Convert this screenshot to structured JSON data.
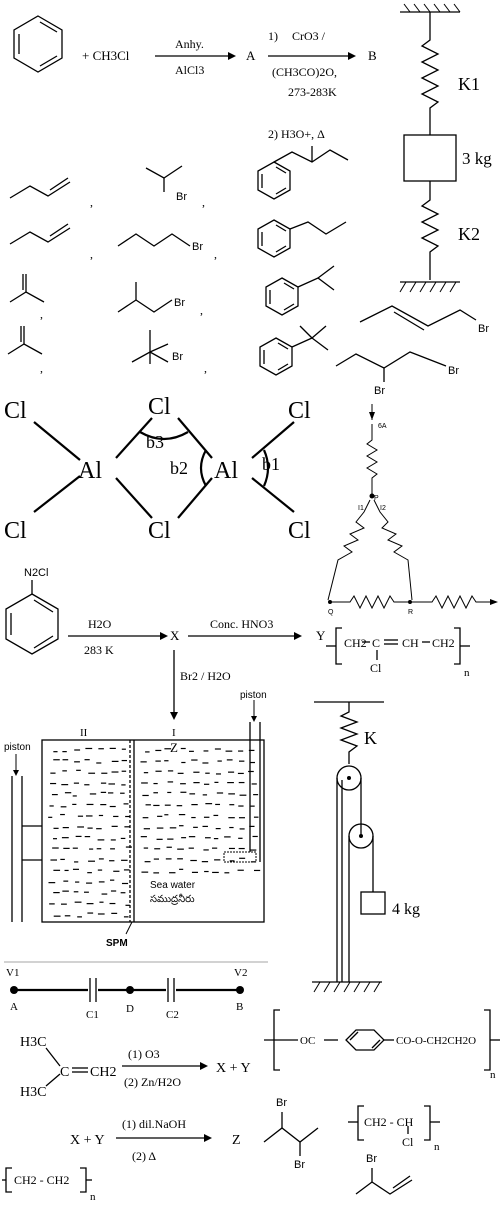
{
  "friedel_crafts": {
    "plus_reagent": "+ CH3Cl",
    "arrow1_top": "Anhy.",
    "arrow1_bottom": "AlCl3",
    "product_a": "A",
    "step1_num": "1)",
    "step1_reagent": "CrO3 /",
    "step1_cond": "(CH3CO)2O,",
    "step1_temp": "273-283K",
    "step2": "2) H3O+, Δ",
    "product_b": "B"
  },
  "spring_block": {
    "k1": "K1",
    "mass": "3 kg",
    "k2": "K2"
  },
  "bromo_labels": {
    "br": "Br",
    "comma": ","
  },
  "al2cl6": {
    "cl": "Cl",
    "al": "Al",
    "b1": "b1",
    "b2": "b2",
    "b3": "b3"
  },
  "circuit": {
    "current": "6A",
    "p": "P",
    "i1": "I1",
    "i2": "I2",
    "q": "Q",
    "r": "R"
  },
  "diazonium": {
    "substituent": "N2Cl",
    "arrow1_top": "H2O",
    "arrow1_bottom": "283 K",
    "x": "X",
    "arrow2_top": "Conc. HNO3",
    "y": "Y",
    "arrow3_label": "Br2 / H2O",
    "z": "Z"
  },
  "polymer_chloroprene": {
    "ch2": "CH2",
    "c": "C",
    "ch": "CH",
    "cl": "Cl",
    "n": "n"
  },
  "pulley": {
    "k": "K",
    "mass": "4 kg"
  },
  "osmosis": {
    "piston_left": "piston",
    "piston_right": "piston",
    "chamber2": "II",
    "chamber1": "I",
    "sea_water": "Sea water",
    "sea_water_telugu": "సముద్రనీరు",
    "membrane": "SPM"
  },
  "capacitor_line": {
    "v1": "V1",
    "v2": "V2",
    "a": "A",
    "b": "B",
    "c1": "C1",
    "c2": "C2",
    "d": "D"
  },
  "ozonolysis": {
    "h3c_top": "H3C",
    "h3c_bottom": "H3C",
    "c": "C",
    "ch2": "CH2",
    "step1": "(1) O3",
    "step2": "(2) Zn/H2O",
    "products": "X + Y"
  },
  "aldol": {
    "reactants": "X + Y",
    "step1": "(1) dil.NaOH",
    "step2": "(2) Δ",
    "product": "Z"
  },
  "pet_polymer": {
    "left": "OC",
    "right": "CO-O-CH2CH2O",
    "n": "n"
  },
  "pvc": {
    "unit": "CH2 - CH",
    "cl": "Cl",
    "n": "n"
  },
  "polyethylene": {
    "unit": "CH2 - CH2",
    "n": "n"
  },
  "dibromo": {
    "br": "Br"
  }
}
